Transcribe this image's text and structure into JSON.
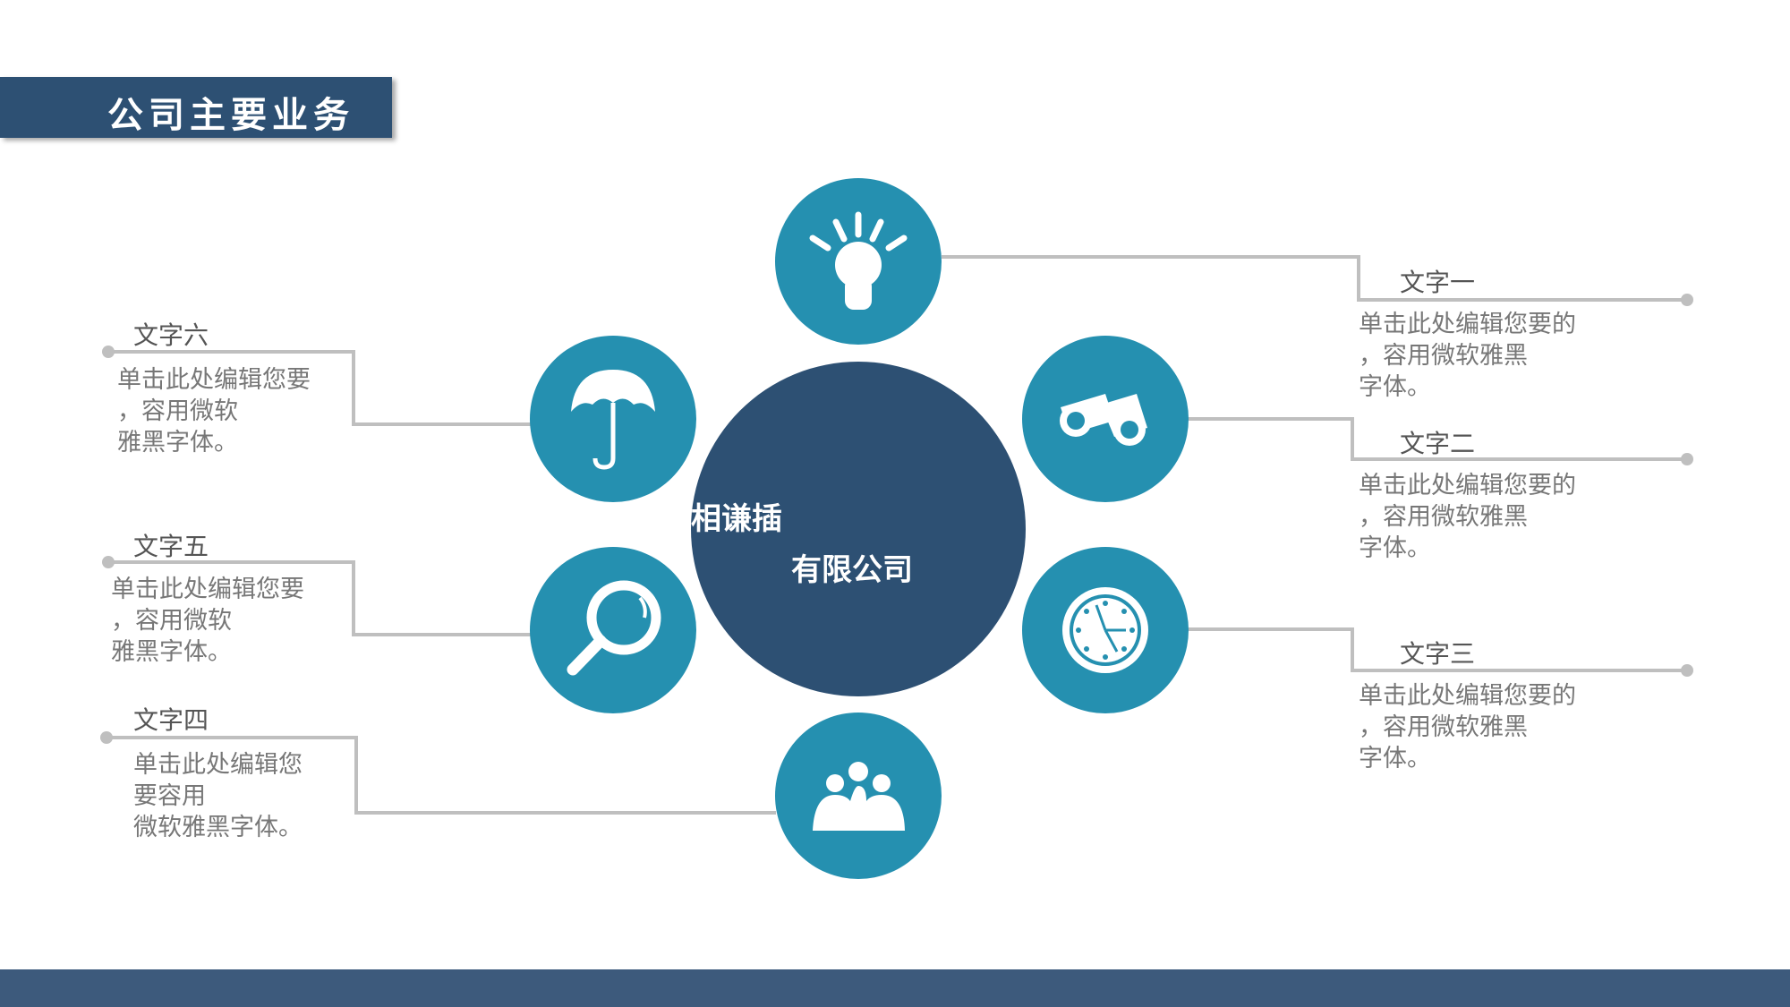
{
  "title": "公司主要业务",
  "center": {
    "line1": "相谦插",
    "line2": "有限公司",
    "color": "#2d5073"
  },
  "colors": {
    "circle": "#2590b0",
    "line": "#bfbfbf",
    "banner": "#2d5073",
    "footer": "#3d5a7c"
  },
  "items": [
    {
      "label": "文字一",
      "icon": "lightbulb-icon",
      "body": "单击此处编辑您要的\n，容用微软雅黑\n字体。"
    },
    {
      "label": "文字二",
      "icon": "binoculars-icon",
      "body": "单击此处编辑您要的\n，容用微软雅黑\n字体。"
    },
    {
      "label": "文字三",
      "icon": "clock-icon",
      "body": "单击此处编辑您要的\n，容用微软雅黑\n字体。"
    },
    {
      "label": "文字四",
      "icon": "people-icon",
      "body": "单击此处编辑您\n要容用\n微软雅黑字体。"
    },
    {
      "label": "文字五",
      "icon": "magnifier-icon",
      "body": "单击此处编辑您要\n，容用微软\n雅黑字体。"
    },
    {
      "label": "文字六",
      "icon": "umbrella-icon",
      "body": "单击此处编辑您要\n，容用微软\n雅黑字体。"
    }
  ]
}
